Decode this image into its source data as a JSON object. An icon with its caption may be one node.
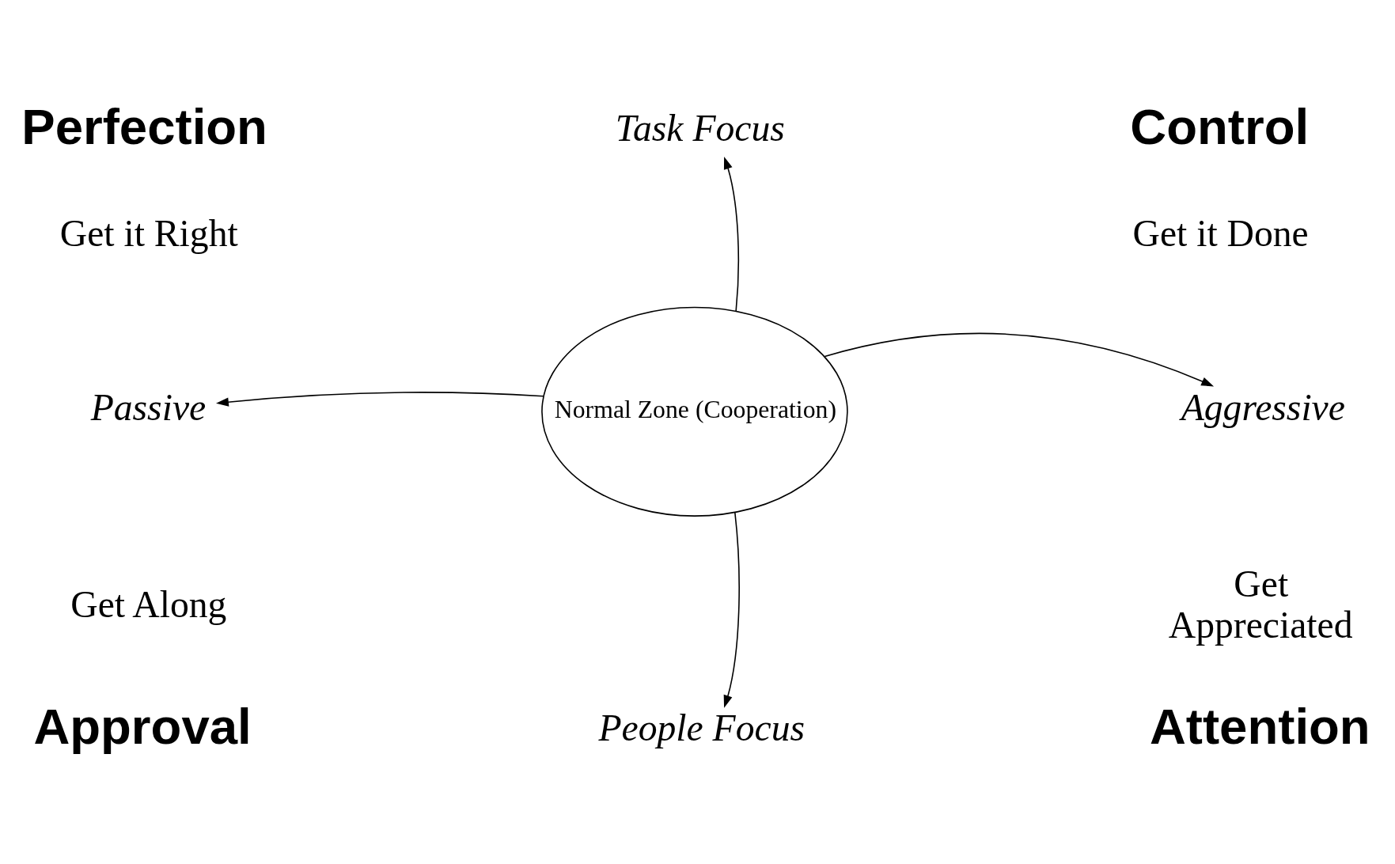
{
  "diagram": {
    "nodes": [
      {
        "text": [
          "Normal Zone (Cooperation)"
        ]
      },
      {
        "text": [
          "Task Focus"
        ]
      },
      {
        "text": [
          "Passive"
        ]
      },
      {
        "text": [
          "Aggressive"
        ]
      },
      {
        "text": [
          "People Focus"
        ]
      }
    ],
    "edges": [
      {
        "from": 0,
        "to": 1,
        "arrow": "to"
      },
      {
        "from": 0,
        "to": 2,
        "arrow": "to"
      },
      {
        "from": 0,
        "to": 3,
        "arrow": "to"
      },
      {
        "from": 0,
        "to": 4,
        "arrow": "to"
      }
    ],
    "labels": [
      "Perfection",
      "Control",
      "Get it Right",
      "Get it Done",
      "Get Along",
      "Get Appreciated",
      "Approval",
      "Attention"
    ]
  }
}
